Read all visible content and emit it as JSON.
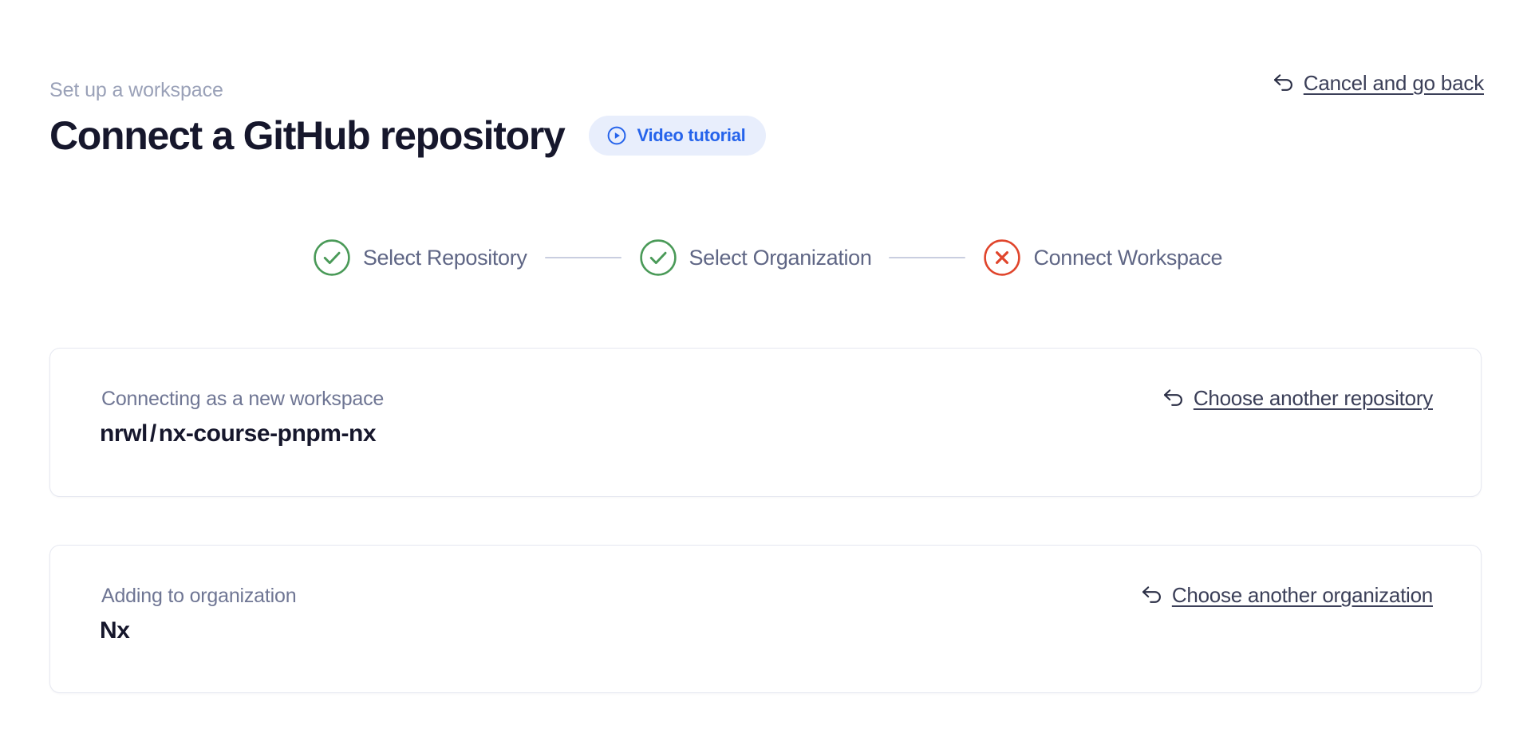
{
  "header": {
    "breadcrumb": "Set up a workspace",
    "title": "Connect a GitHub repository",
    "video_badge": {
      "label": "Video tutorial",
      "icon": "play-circle-icon",
      "bg_color": "#e8eefc",
      "text_color": "#2563eb"
    },
    "cancel_link": {
      "label": "Cancel and go back",
      "icon": "undo-arrow-icon"
    }
  },
  "stepper": {
    "steps": [
      {
        "label": "Select Repository",
        "state": "complete",
        "icon": "check-circle-icon",
        "color": "#4a9a58"
      },
      {
        "label": "Select Organization",
        "state": "complete",
        "icon": "check-circle-icon",
        "color": "#4a9a58"
      },
      {
        "label": "Connect Workspace",
        "state": "error",
        "icon": "x-circle-icon",
        "color": "#e0452c"
      }
    ],
    "connector_color": "#c9cee0"
  },
  "cards": [
    {
      "caption": "Connecting as a new workspace",
      "owner": "nrwl",
      "separator": "/",
      "repo": "nx-course-pnpm-nx",
      "action": {
        "label": "Choose another repository",
        "icon": "undo-arrow-icon"
      }
    },
    {
      "caption": "Adding to organization",
      "value": "Nx",
      "action": {
        "label": "Choose another organization",
        "icon": "undo-arrow-icon"
      }
    }
  ]
}
